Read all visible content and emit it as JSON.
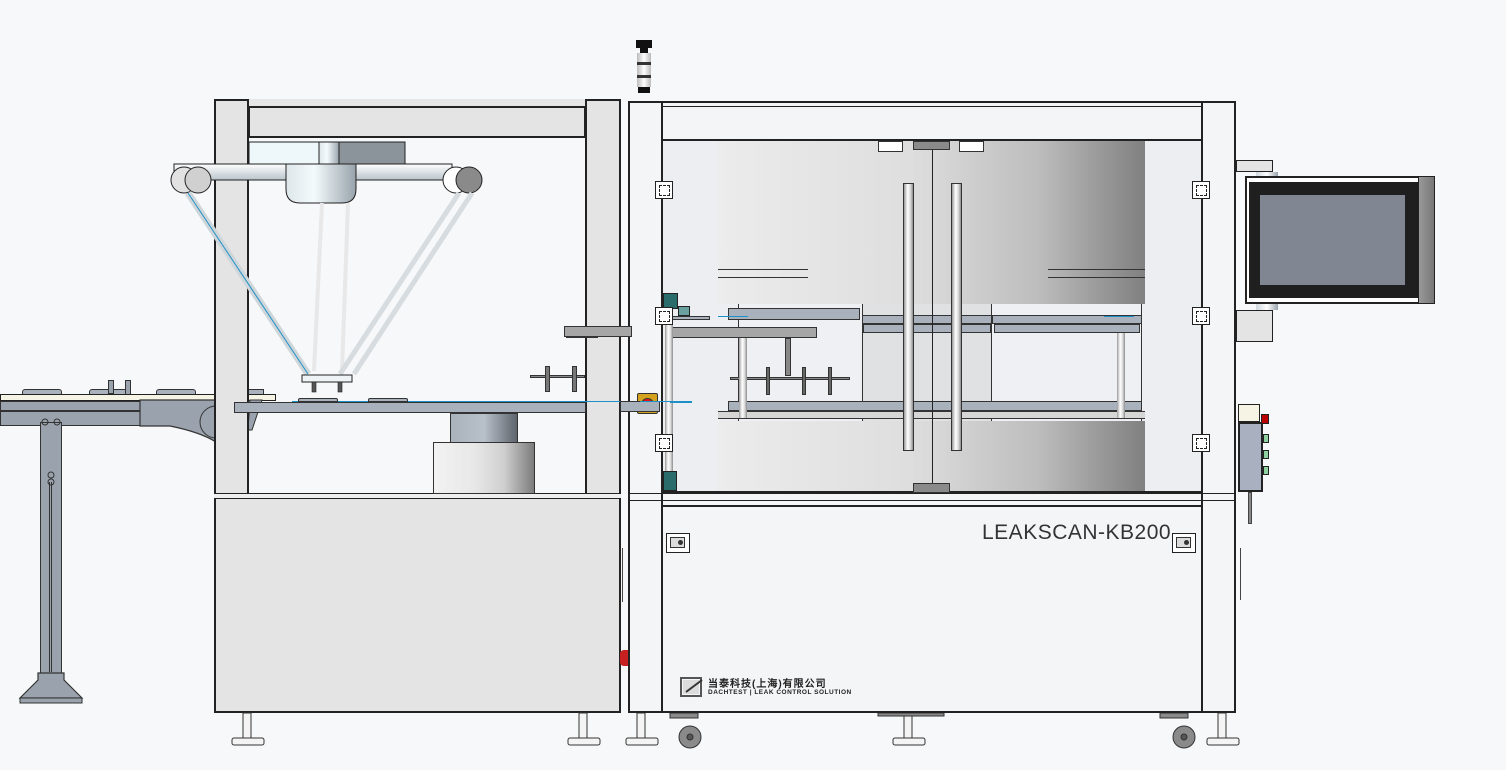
{
  "drawing": {
    "title": "Leak testing machine with delta robot infeed (CAD side view)",
    "machine": {
      "model_label": "LEAKSCAN-KB200"
    },
    "brand": {
      "name_cn": "当泰科技(上海)有限公司",
      "tagline_en": "DACHTEST | LEAK CONTROL SOLUTION",
      "logo_icon": "brand-logo-icon"
    },
    "components": [
      {
        "id": "infeed-conveyor",
        "label": "Infeed conveyor"
      },
      {
        "id": "delta-robot-cell",
        "label": "Delta robot cell"
      },
      {
        "id": "leak-test-chamber",
        "label": "Leak test chamber"
      },
      {
        "id": "hmi-touchscreen",
        "label": "HMI touchscreen"
      },
      {
        "id": "stack-light",
        "label": "Signal tower light"
      },
      {
        "id": "emergency-stop",
        "label": "Emergency stop button"
      },
      {
        "id": "control-box",
        "label": "Pushbutton control box"
      }
    ],
    "colors": {
      "background": "#f7f8fa",
      "frame": "#222222",
      "panel": "#e4e4e4",
      "plate": "#a9b1bd",
      "estop_red": "#e0141a",
      "estop_yellow": "#d4a21c",
      "hmi_screen": "#808792",
      "teal_parts": "#2a6b6b",
      "accent_line": "#1e90c8"
    }
  }
}
